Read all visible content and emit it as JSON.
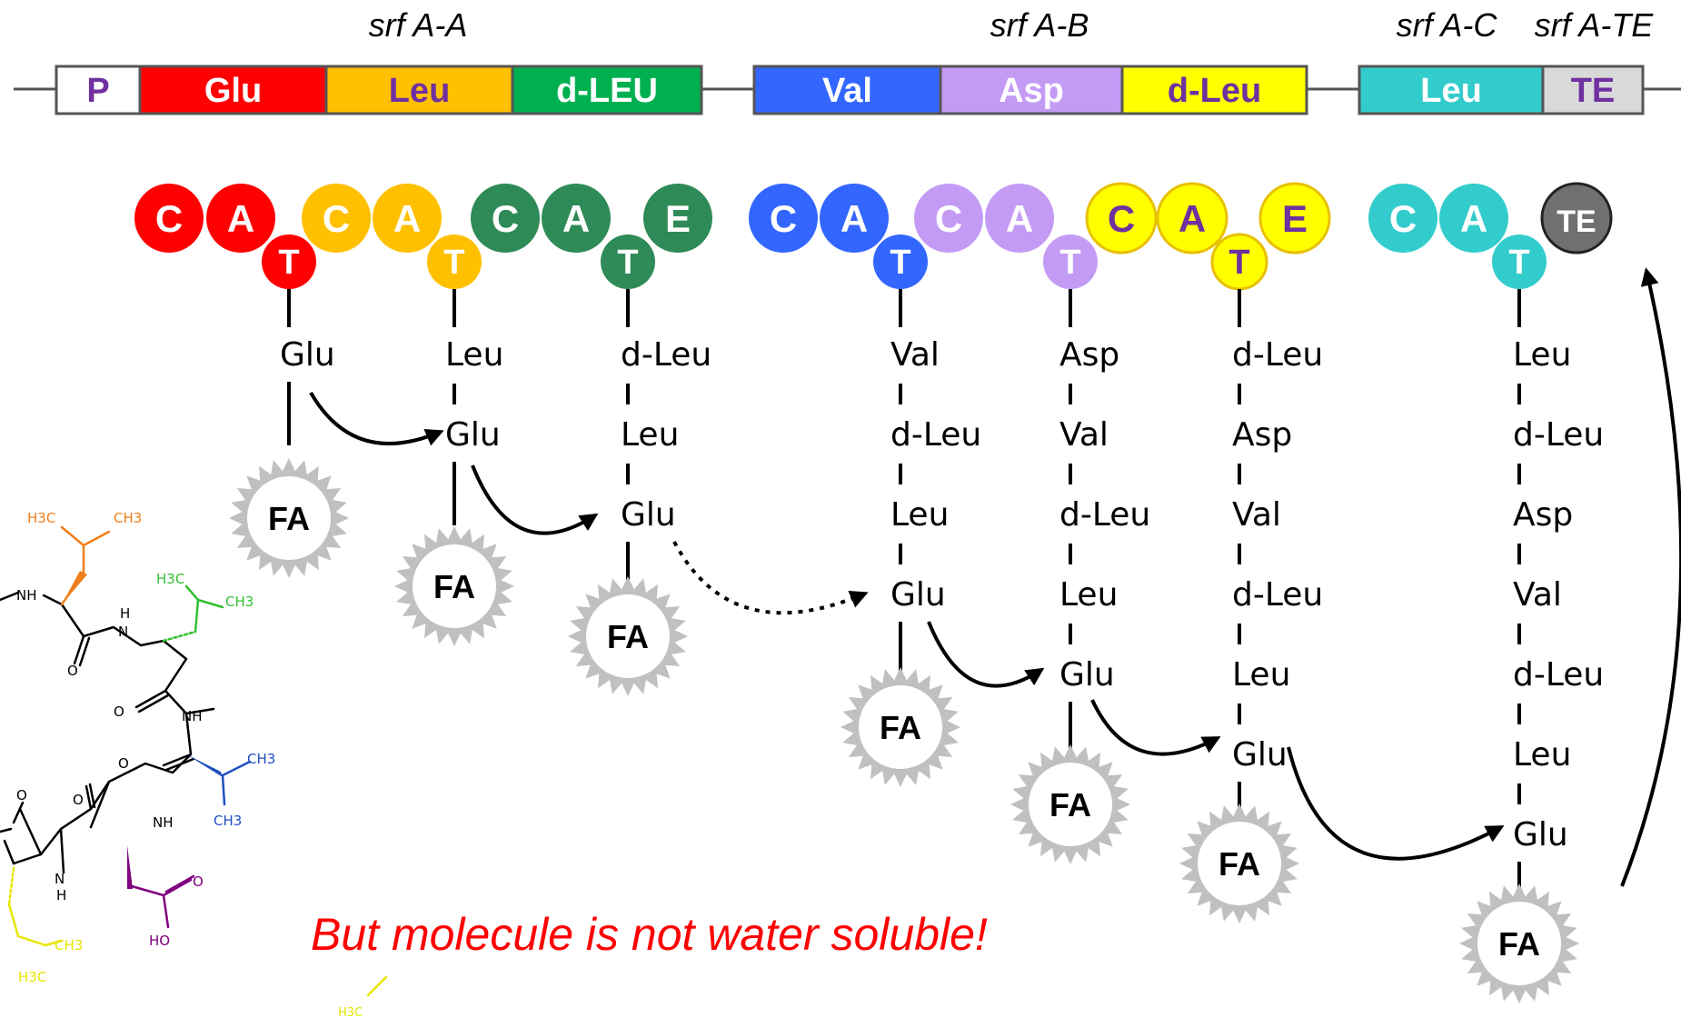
{
  "genes": [
    {
      "label": "srf A-A"
    },
    {
      "label": "srf A-B"
    },
    {
      "label": "srf A-C"
    },
    {
      "label": "srf A-TE"
    }
  ],
  "modules": [
    {
      "label": "P",
      "color": "#ffffff",
      "text_color": "#7030a0"
    },
    {
      "label": "Glu",
      "color": "#ff0000",
      "text_color": "#ffffff"
    },
    {
      "label": "Leu",
      "color": "#ffc000",
      "text_color": "#7030a0"
    },
    {
      "label": "d-LEU",
      "color": "#00b050",
      "text_color": "#ffffff"
    },
    {
      "label": "Val",
      "color": "#3366ff",
      "text_color": "#ffffff"
    },
    {
      "label": "Asp",
      "color": "#c39bf5",
      "text_color": "#ffffff"
    },
    {
      "label": "d-Leu",
      "color": "#ffff00",
      "text_color": "#7030a0"
    },
    {
      "label": "Leu",
      "color": "#33cccc",
      "text_color": "#ffffff"
    },
    {
      "label": "TE",
      "color": "#d9d9d9",
      "text_color": "#7030a0"
    }
  ],
  "domains": [
    {
      "label": "C"
    },
    {
      "label": "A"
    },
    {
      "label": "T"
    },
    {
      "label": "C"
    },
    {
      "label": "A"
    },
    {
      "label": "T"
    },
    {
      "label": "C"
    },
    {
      "label": "A"
    },
    {
      "label": "E"
    },
    {
      "label": "T"
    },
    {
      "label": "C"
    },
    {
      "label": "A"
    },
    {
      "label": "T"
    },
    {
      "label": "C"
    },
    {
      "label": "A"
    },
    {
      "label": "T"
    },
    {
      "label": "C"
    },
    {
      "label": "A"
    },
    {
      "label": "E"
    },
    {
      "label": "T"
    },
    {
      "label": "C"
    },
    {
      "label": "A"
    },
    {
      "label": "TE"
    },
    {
      "label": "T"
    }
  ],
  "chains": [
    {
      "residues": [
        "Glu"
      ]
    },
    {
      "residues": [
        "Leu",
        "Glu"
      ]
    },
    {
      "residues": [
        "d-Leu",
        "Leu",
        "Glu"
      ]
    },
    {
      "residues": [
        "Val",
        "d-Leu",
        "Leu",
        "Glu"
      ]
    },
    {
      "residues": [
        "Asp",
        "Val",
        "d-Leu",
        "Leu",
        "Glu"
      ]
    },
    {
      "residues": [
        "d-Leu",
        "Asp",
        "Val",
        "d-Leu",
        "Leu",
        "Glu"
      ]
    },
    {
      "residues": [
        "Leu",
        "d-Leu",
        "Asp",
        "Val",
        "d-Leu",
        "Leu",
        "Glu"
      ]
    }
  ],
  "fatty_acid_label": "FA",
  "note": "But molecule is not water soluble!",
  "molecule_labels": {
    "h3c_top": "H3C",
    "ch3_top": "CH3",
    "h3c_second": "H3C",
    "ch3_second": "CH3",
    "nh_left": "NH",
    "h_amide1": "H",
    "n_amide1": "N",
    "o_1": "O",
    "o_2": "O",
    "nh_2": "NH",
    "o_3": "O",
    "ch3_val1": "CH3",
    "ch3_val2": "CH3",
    "o_4": "O",
    "o_5": "O",
    "nh_3": "NH",
    "n_4": "N",
    "h_4": "H",
    "o_acid": "O",
    "ho_acid": "HO",
    "ch3_bottom": "CH3",
    "h3c_bottom": "H3C",
    "h3c_stray": "H3C"
  }
}
